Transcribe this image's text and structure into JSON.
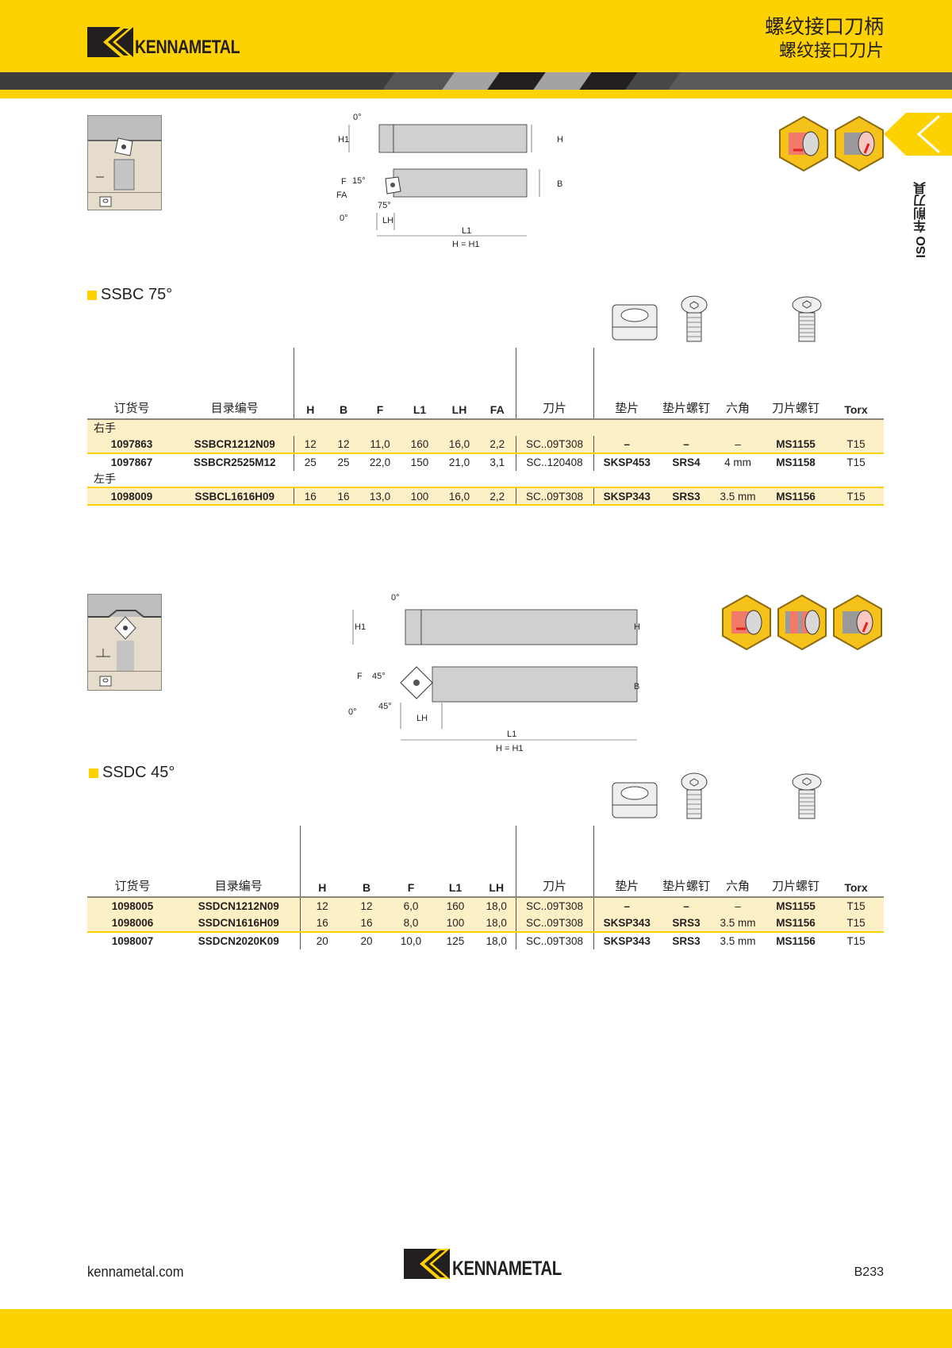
{
  "header": {
    "brand": "KENNAMETAL",
    "title_line1": "螺纹接口刀柄",
    "title_line2": "螺纹接口刀片",
    "colors": {
      "brand_yellow": "#fed100",
      "stripe_dark": "#3d3d3d",
      "text": "#231f20"
    }
  },
  "side_tab": {
    "label": "ISO 车削刀具"
  },
  "sections": [
    {
      "title": "SSBC 75°",
      "diagram_labels": {
        "angle_top": "0°",
        "h1": "H1",
        "h": "H",
        "b": "B",
        "f": "F",
        "fa": "FA",
        "angle_15": "15°",
        "angle_75": "75°",
        "angle_bottom": "0°",
        "lh": "LH",
        "l1": "L1",
        "h_eq": "H = H1"
      },
      "application_icons": [
        "longitudinal-turning-icon",
        "facing-icon"
      ],
      "accessory_icons": [
        "shim-icon",
        "shim-screw-icon",
        "insert-screw-icon"
      ],
      "columns": [
        "订货号",
        "目录编号",
        "H",
        "B",
        "F",
        "L1",
        "LH",
        "FA",
        "刀片",
        "垫片",
        "垫片螺钉",
        "六角",
        "刀片螺钉",
        "Torx"
      ],
      "groups": [
        {
          "label": "右手",
          "rows": [
            {
              "order": "1097863",
              "catalog": "SSBCR1212N09",
              "H": "12",
              "B": "12",
              "F": "11,0",
              "L1": "160",
              "LH": "16,0",
              "FA": "2,2",
              "insert": "SC..09T308",
              "shim": "–",
              "shim_screw": "–",
              "hex": "–",
              "insert_screw": "MS1155",
              "torx": "T15"
            },
            {
              "order": "1097867",
              "catalog": "SSBCR2525M12",
              "H": "25",
              "B": "25",
              "F": "22,0",
              "L1": "150",
              "LH": "21,0",
              "FA": "3,1",
              "insert": "SC..120408",
              "shim": "SKSP453",
              "shim_screw": "SRS4",
              "hex": "4 mm",
              "insert_screw": "MS1158",
              "torx": "T15"
            }
          ]
        },
        {
          "label": "左手",
          "rows": [
            {
              "order": "1098009",
              "catalog": "SSBCL1616H09",
              "H": "16",
              "B": "16",
              "F": "13,0",
              "L1": "100",
              "LH": "16,0",
              "FA": "2,2",
              "insert": "SC..09T308",
              "shim": "SKSP343",
              "shim_screw": "SRS3",
              "hex": "3.5 mm",
              "insert_screw": "MS1156",
              "torx": "T15"
            }
          ]
        }
      ]
    },
    {
      "title": "SSDC 45°",
      "diagram_labels": {
        "angle_top": "0°",
        "h1": "H1",
        "h": "H",
        "b": "B",
        "f": "F",
        "angle_45a": "45°",
        "angle_45b": "45°",
        "angle_bottom": "0°",
        "lh": "LH",
        "l1": "L1",
        "h_eq": "H = H1"
      },
      "application_icons": [
        "longitudinal-turning-icon",
        "profiling-icon",
        "facing-icon"
      ],
      "accessory_icons": [
        "shim-icon",
        "shim-screw-icon",
        "insert-screw-icon"
      ],
      "columns": [
        "订货号",
        "目录编号",
        "H",
        "B",
        "F",
        "L1",
        "LH",
        "刀片",
        "垫片",
        "垫片螺钉",
        "六角",
        "刀片螺钉",
        "Torx"
      ],
      "rows": [
        {
          "order": "1098005",
          "catalog": "SSDCN1212N09",
          "H": "12",
          "B": "12",
          "F": "6,0",
          "L1": "160",
          "LH": "18,0",
          "insert": "SC..09T308",
          "shim": "–",
          "shim_screw": "–",
          "hex": "–",
          "insert_screw": "MS1155",
          "torx": "T15"
        },
        {
          "order": "1098006",
          "catalog": "SSDCN1616H09",
          "H": "16",
          "B": "16",
          "F": "8,0",
          "L1": "100",
          "LH": "18,0",
          "insert": "SC..09T308",
          "shim": "SKSP343",
          "shim_screw": "SRS3",
          "hex": "3.5 mm",
          "insert_screw": "MS1156",
          "torx": "T15"
        },
        {
          "order": "1098007",
          "catalog": "SSDCN2020K09",
          "H": "20",
          "B": "20",
          "F": "10,0",
          "L1": "125",
          "LH": "18,0",
          "insert": "SC..09T308",
          "shim": "SKSP343",
          "shim_screw": "SRS3",
          "hex": "3.5 mm",
          "insert_screw": "MS1156",
          "torx": "T15"
        }
      ]
    }
  ],
  "footer": {
    "url": "kennametal.com",
    "brand": "KENNAMETAL",
    "page": "B233"
  }
}
